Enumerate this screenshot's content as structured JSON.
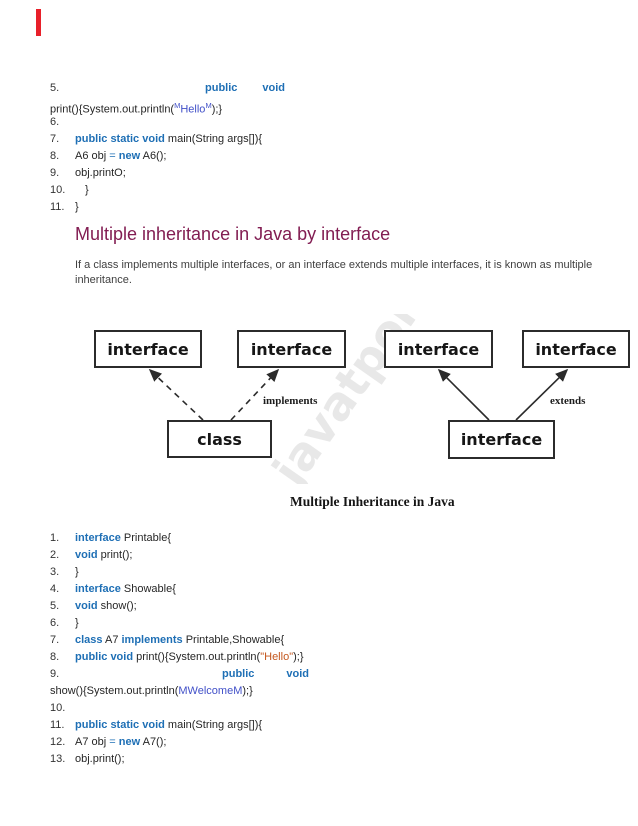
{
  "colors": {
    "kw": "#1e6fb5",
    "op": "#1e6fb5",
    "str": "#c4571e",
    "strb": "#4150c8",
    "heading": "#821d52",
    "body": "#3f3f3f",
    "code": "#262626",
    "marker": "#e8202a",
    "boxborder": "#2b2b2b"
  },
  "top_code": {
    "lines": [
      {
        "num": "5.",
        "segments": [
          {
            "style": "kw gapA",
            "text": "public"
          },
          {
            "style": "kw gapB",
            "text": "void"
          }
        ]
      },
      {
        "num": "",
        "segments": [
          {
            "style": "plain",
            "text": "print(){System.out.println("
          },
          {
            "style": "strb sup",
            "text": "M"
          },
          {
            "style": "strb",
            "text": "Hello"
          },
          {
            "style": "strb sup",
            "text": "M"
          },
          {
            "style": "plain",
            "text": ");}"
          }
        ]
      },
      {
        "num": "6.",
        "segments": []
      },
      {
        "num": "7.",
        "segments": [
          {
            "style": "kw",
            "text": "public static void"
          },
          {
            "style": "plain",
            "text": " main(String args[]){"
          }
        ]
      },
      {
        "num": "8.",
        "segments": [
          {
            "style": "plain",
            "text": "A6 obj "
          },
          {
            "style": "op",
            "text": "="
          },
          {
            "style": "plain",
            "text": " "
          },
          {
            "style": "kw",
            "text": "new"
          },
          {
            "style": "plain",
            "text": " A6();"
          }
        ]
      },
      {
        "num": "9.",
        "segments": [
          {
            "style": "plain",
            "text": "obj.printO;"
          }
        ]
      },
      {
        "num": "10.",
        "segments": [
          {
            "style": "plain ind",
            "text": "}"
          }
        ]
      },
      {
        "num": "11.",
        "segments": [
          {
            "style": "plain",
            "text": "}"
          }
        ]
      }
    ]
  },
  "section": {
    "heading": "Multiple inheritance in Java by interface",
    "body_lines": [
      "If a class implements multiple interfaces, or an interface extends multiple interfaces, it is known as multiple",
      "inheritance."
    ]
  },
  "diagram": {
    "boxes": [
      {
        "label": "interface"
      },
      {
        "label": "interface"
      },
      {
        "label": "interface"
      },
      {
        "label": "interface"
      },
      {
        "label": "class"
      },
      {
        "label": "interface"
      }
    ],
    "labels": {
      "implements": "implements",
      "extends": "extends"
    },
    "watermark": "javatpoint",
    "caption": "Multiple Inheritance in Java"
  },
  "bottom_code": {
    "lines": [
      {
        "num": "1.",
        "segments": [
          {
            "style": "kw",
            "text": "interface"
          },
          {
            "style": "plain",
            "text": " Printable{"
          }
        ]
      },
      {
        "num": "2.",
        "segments": [
          {
            "style": "kw",
            "text": "void"
          },
          {
            "style": "plain",
            "text": " print();"
          }
        ]
      },
      {
        "num": "3.",
        "segments": [
          {
            "style": "plain",
            "text": "}"
          }
        ]
      },
      {
        "num": "4.",
        "segments": [
          {
            "style": "kw",
            "text": "interface"
          },
          {
            "style": "plain",
            "text": " Showable{"
          }
        ]
      },
      {
        "num": "5.",
        "segments": [
          {
            "style": "kw",
            "text": "void"
          },
          {
            "style": "plain",
            "text": " show();"
          }
        ]
      },
      {
        "num": "6.",
        "segments": [
          {
            "style": "plain",
            "text": "}"
          }
        ]
      },
      {
        "num": "7.",
        "segments": [
          {
            "style": "kw",
            "text": "class"
          },
          {
            "style": "plain",
            "text": " A7 "
          },
          {
            "style": "kw",
            "text": "implements"
          },
          {
            "style": "plain",
            "text": " Printable,Showable{"
          }
        ]
      },
      {
        "num": "8.",
        "segments": [
          {
            "style": "kw",
            "text": "public void"
          },
          {
            "style": "plain",
            "text": " print(){System.out.println("
          },
          {
            "style": "str",
            "text": "\"Hello\""
          },
          {
            "style": "plain",
            "text": ");}"
          }
        ]
      },
      {
        "num": "9.",
        "segments": [
          {
            "style": "kw gapC",
            "text": "public"
          },
          {
            "style": "kw gapD",
            "text": "void"
          }
        ]
      },
      {
        "num": "",
        "segments": [
          {
            "style": "plain",
            "text": "show(){System.out.println("
          },
          {
            "style": "strb",
            "text": "MWelcomeM"
          },
          {
            "style": "plain",
            "text": ");}"
          }
        ]
      },
      {
        "num": "10.",
        "segments": []
      },
      {
        "num": "11.",
        "segments": [
          {
            "style": "kw",
            "text": "public static void"
          },
          {
            "style": "plain",
            "text": " main(String args[]){"
          }
        ]
      },
      {
        "num": "12.",
        "segments": [
          {
            "style": "plain",
            "text": "A7 obj "
          },
          {
            "style": "op",
            "text": "="
          },
          {
            "style": "plain",
            "text": " "
          },
          {
            "style": "kw",
            "text": "new"
          },
          {
            "style": "plain",
            "text": " A7();"
          }
        ]
      },
      {
        "num": "13.",
        "segments": [
          {
            "style": "plain",
            "text": "obj.print();"
          }
        ]
      }
    ]
  }
}
